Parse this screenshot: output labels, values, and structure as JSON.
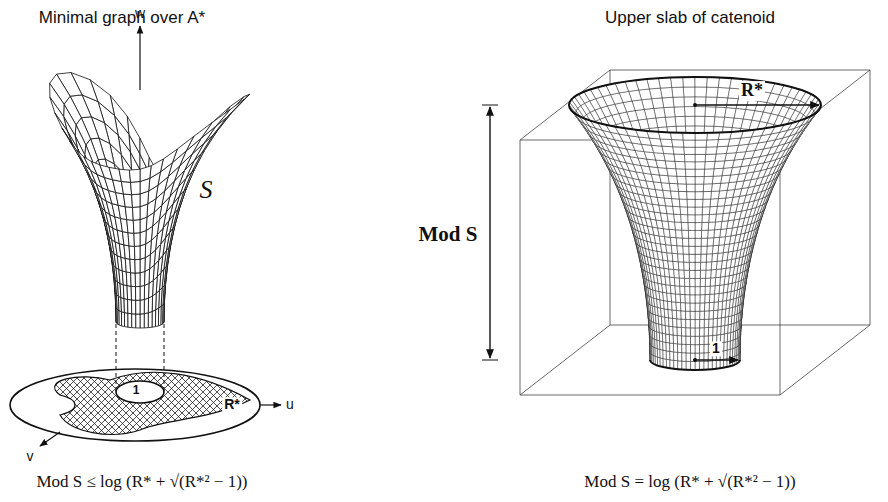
{
  "diagram": {
    "labels": [
      "Minimal graph over A*",
      "w",
      "S",
      "1",
      "R*",
      "u",
      "v",
      "Mod S ≤ log (R* + √(R*² − 1))",
      "Upper slab of catenoid",
      "R*",
      "Mod S",
      "1",
      "Mod S = log (R* + √(R*² − 1))"
    ]
  }
}
